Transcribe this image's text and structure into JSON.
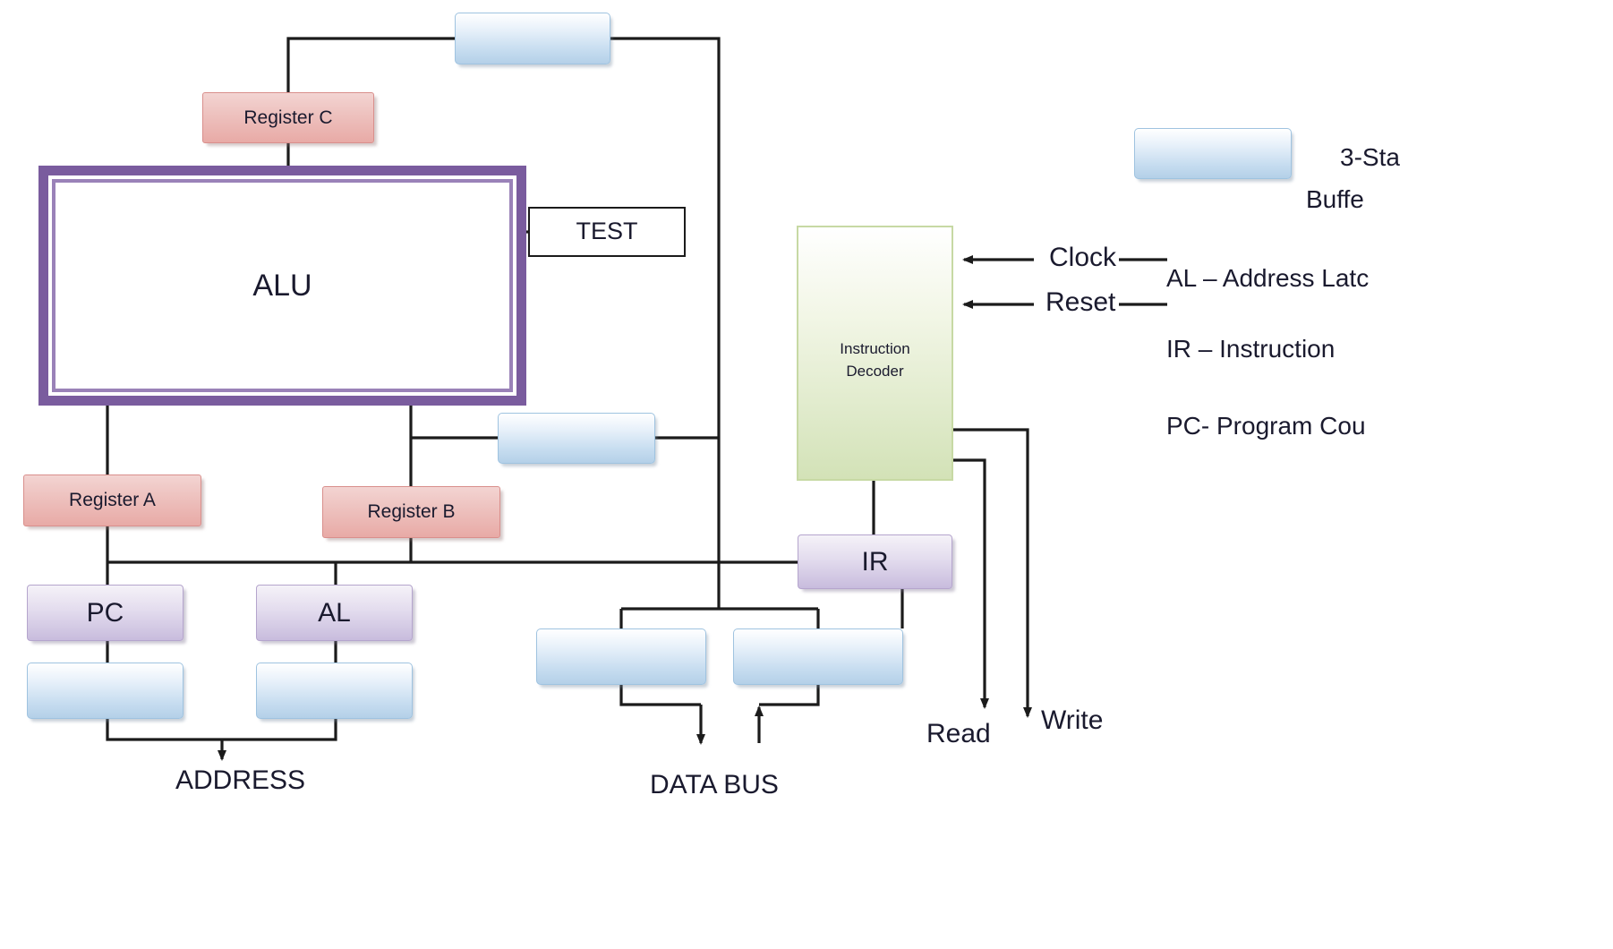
{
  "diagram": {
    "title": "CPU Block Diagram",
    "colors": {
      "tri_state_buffer": "#c7ddf0",
      "register": "#e8aaa6",
      "latch": "#c8bcdd",
      "alu_border": "#7a5c9e",
      "decoder": "#d3e2b7",
      "wire": "#1b1b1b",
      "text": "#1a1a2e"
    },
    "blocks": {
      "register_c": "Register C",
      "register_a": "Register A",
      "register_b": "Register B",
      "alu": "ALU",
      "test": "TEST",
      "decoder_line1": "Instruction",
      "decoder_line2": "Decoder",
      "ir": "IR",
      "pc": "PC",
      "al": "AL"
    },
    "buffers": {
      "top": "",
      "alu_out": "",
      "pc_out": "",
      "al_out": "",
      "data_out": "",
      "data_in": "",
      "legend_swatch": ""
    },
    "signals": {
      "clock": "Clock",
      "reset": "Reset",
      "read": "Read",
      "write": "Write",
      "address": "ADDRESS",
      "data_bus": "DATA BUS"
    },
    "legend": [
      {
        "id": "tri-state-buffer",
        "line1": "3-Sta",
        "line2": "Buffe"
      },
      {
        "id": "al",
        "text": "AL – Address Latc"
      },
      {
        "id": "ir",
        "text": "IR – Instruction"
      },
      {
        "id": "pc",
        "text": "PC- Program Cou"
      }
    ]
  }
}
